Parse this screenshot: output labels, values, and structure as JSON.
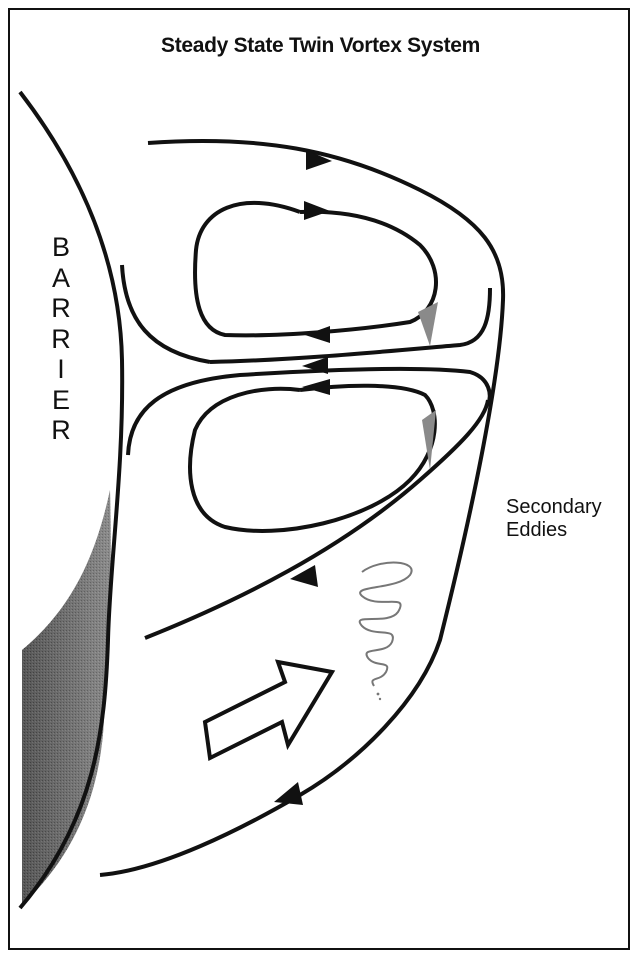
{
  "title": "Steady State Twin Vortex System",
  "barrier_letters": [
    "B",
    "A",
    "R",
    "R",
    "I",
    "E",
    "R"
  ],
  "secondary_label": [
    "Secondary",
    "Eddies"
  ],
  "colors": {
    "ink": "#111111",
    "shade": "#7a7a7a",
    "background": "#ffffff"
  }
}
